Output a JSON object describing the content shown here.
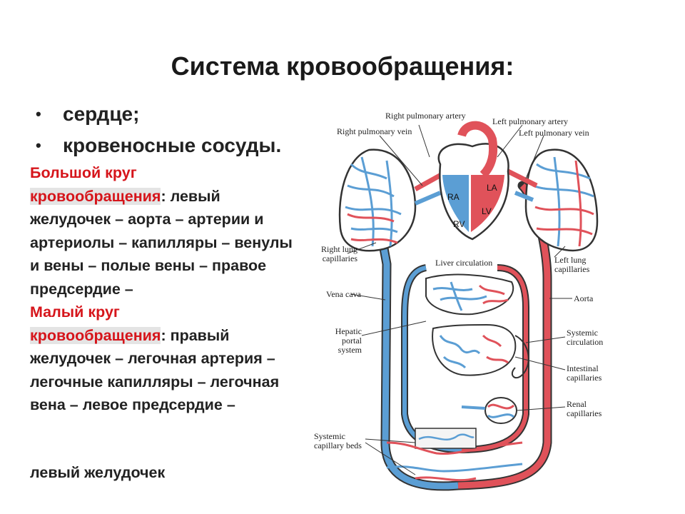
{
  "title": "Система кровообращения:",
  "bullets": [
    {
      "text": "сердце;"
    },
    {
      "text": "кровеносные сосуды."
    }
  ],
  "description": {
    "big_circle_a": "Большой круг",
    "big_circle_b": "кровообращения",
    "big_circle_tail": ": левый",
    "big_circle_text": "желудочек – аорта – артерии и артериолы – капилляры – венулы и вены – полые вены – правое предсердие –",
    "small_circle_a": "Малый круг",
    "small_circle_b": "кровообращения",
    "small_circle_tail": ": правый",
    "small_circle_text": "желудочек – легочная артерия – легочные капилляры – легочная вена – левое предсердие –",
    "last_line": "левый желудочек"
  },
  "diagram": {
    "labels": {
      "right_pulmonary_artery": "Right pulmonary artery",
      "right_pulmonary_vein": "Right pulmonary vein",
      "left_pulmonary_artery": "Left pulmonary artery",
      "left_pulmonary_vein": "Left pulmonary vein",
      "right_lung_capillaries_1": "Right lung",
      "right_lung_capillaries_2": "capillaries",
      "liver_circulation": "Liver circulation",
      "left_lung_capillaries_1": "Left lung",
      "left_lung_capillaries_2": "capillaries",
      "vena_cava": "Vena cava",
      "aorta": "Aorta",
      "hepatic_1": "Hepatic",
      "hepatic_2": "portal",
      "hepatic_3": "system",
      "systemic_circ_1": "Systemic",
      "systemic_circ_2": "circulation",
      "intestinal_1": "Intestinal",
      "intestinal_2": "capillaries",
      "renal_1": "Renal",
      "renal_2": "capillaries",
      "systemic_beds_1": "Systemic",
      "systemic_beds_2": "capillary beds"
    },
    "chambers": {
      "ra": "RA",
      "la": "LA",
      "rv": "RV",
      "lv": "LV"
    },
    "colors": {
      "artery": "#e0525a",
      "vein": "#5b9ed4",
      "outline": "#333333"
    }
  }
}
